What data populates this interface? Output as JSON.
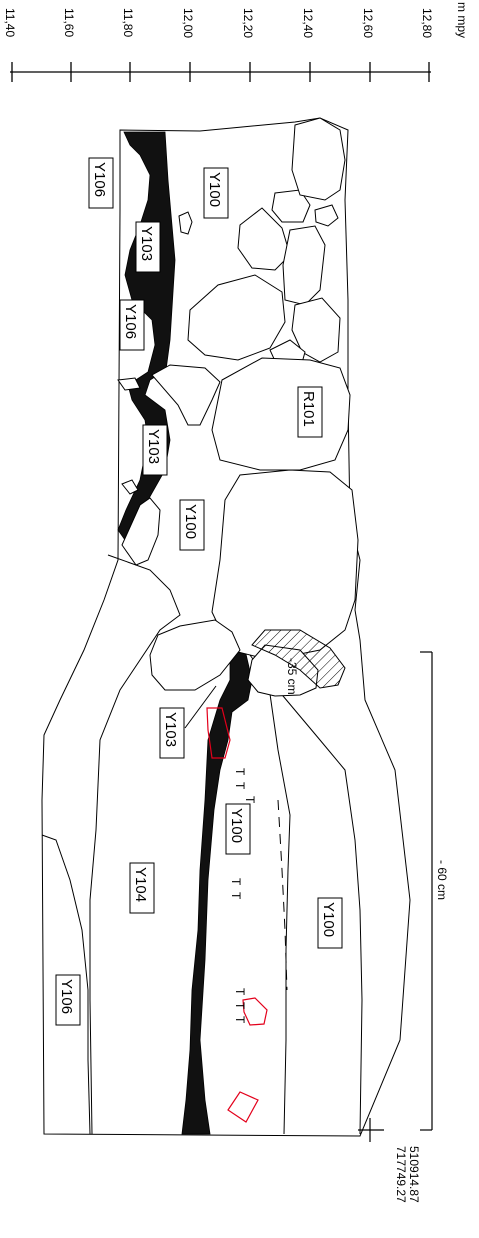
{
  "scale": {
    "unit": "m mpy",
    "ticks": [
      "11,40",
      "11,60",
      "11,80",
      "12,00",
      "12,20",
      "12,40",
      "12,60",
      "12,80"
    ]
  },
  "layers": {
    "y106_top": "Y106",
    "y100_top": "Y100",
    "y103_a": "Y103",
    "y106_mid": "Y106",
    "y103_b": "Y103",
    "r101": "R101",
    "y100_mid": "Y100",
    "y103_c": "Y103",
    "y100_low": "Y100",
    "y104": "Y104",
    "y106_low": "Y106",
    "y100_right": "Y100"
  },
  "annotations": {
    "depth_35": "-35 cm",
    "depth_60": "- 60 cm",
    "coord_1": "510914.87",
    "coord_2": "717749.27",
    "tick_mark": "T"
  },
  "colors": {
    "fill_dark": "#111111",
    "find_outline": "#e3001b"
  }
}
